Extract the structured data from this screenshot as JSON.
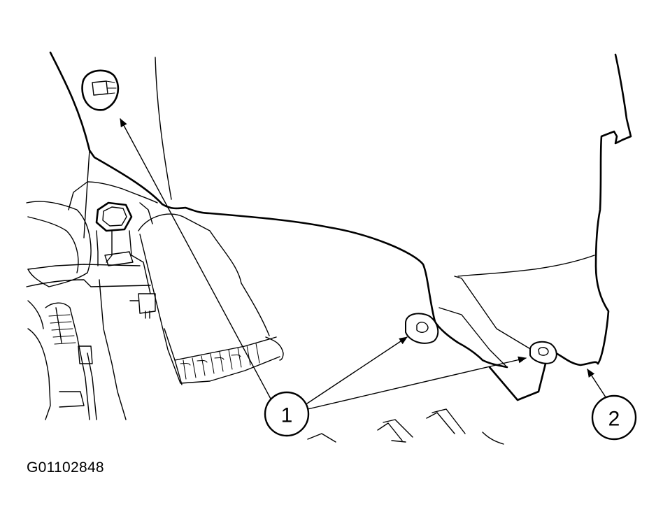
{
  "figure": {
    "id": "G01102848"
  },
  "callouts": [
    {
      "label": "1"
    },
    {
      "label": "2"
    }
  ],
  "colors": {
    "line": "#000000",
    "background": "#ffffff"
  }
}
